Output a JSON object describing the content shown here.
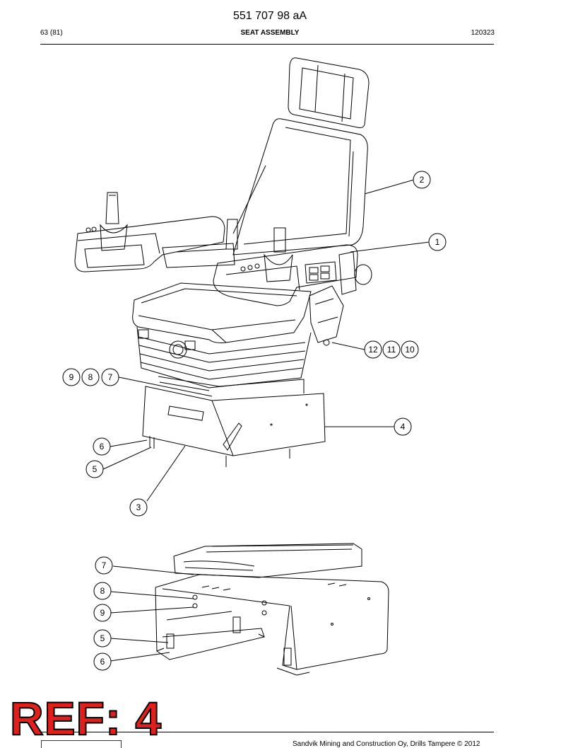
{
  "header": {
    "doc_number": "551 707 98 aA",
    "page": "63 (81)",
    "title": "SEAT ASSEMBLY",
    "date": "120323"
  },
  "callouts": {
    "c1": "1",
    "c2": "2",
    "c3": "3",
    "c4": "4",
    "c5": "5",
    "c6": "6",
    "c7": "7",
    "c8": "8",
    "c9": "9",
    "c10": "10",
    "c11": "11",
    "c12": "12",
    "d5": "5",
    "d6": "6",
    "d7": "7",
    "d8": "8",
    "d9": "9"
  },
  "stamp": "REF: 4",
  "footer": {
    "text": "Sandvik Mining and Construction Oy, Drills Tampere © 2012"
  }
}
